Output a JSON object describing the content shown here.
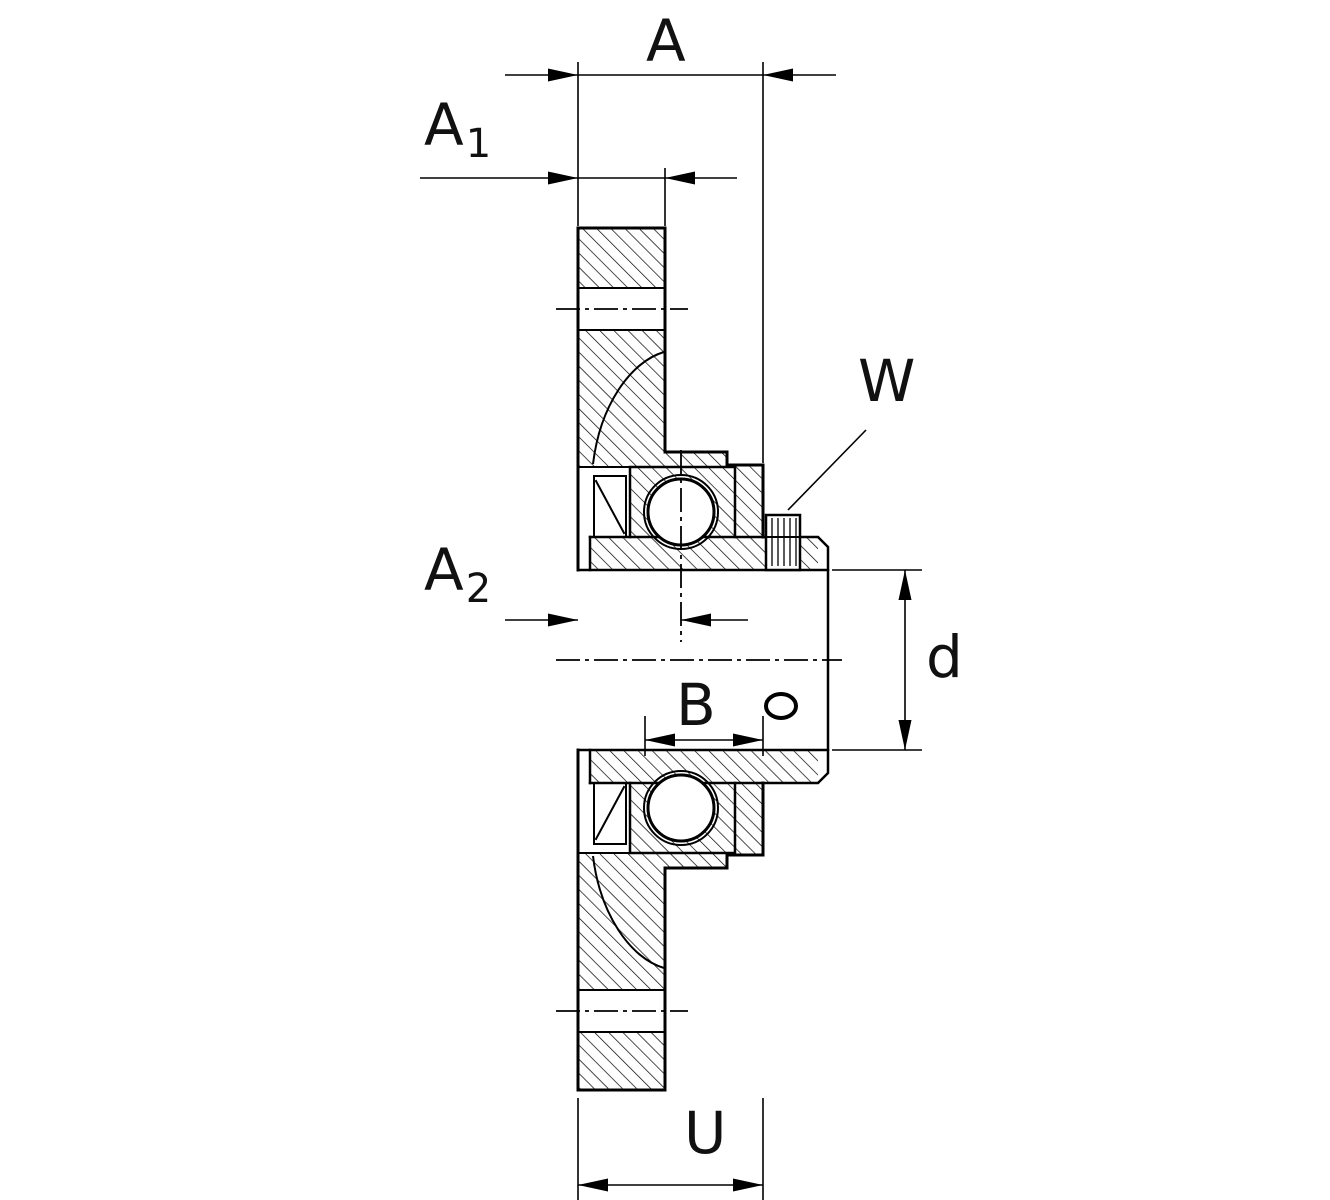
{
  "figure": {
    "kind": "technical-section-drawing",
    "subject": "Flanged bearing housing unit, cross-section with dimension callouts",
    "background_color": "#ffffff",
    "line_color": "#000000"
  },
  "dimensions": {
    "a": {
      "label": "A"
    },
    "a1": {
      "label": "A",
      "subscript": "1"
    },
    "a2": {
      "label": "A",
      "subscript": "2"
    },
    "b": {
      "label": "B"
    },
    "d": {
      "label": "d"
    },
    "u": {
      "label": "U"
    },
    "w": {
      "label": "W"
    }
  }
}
